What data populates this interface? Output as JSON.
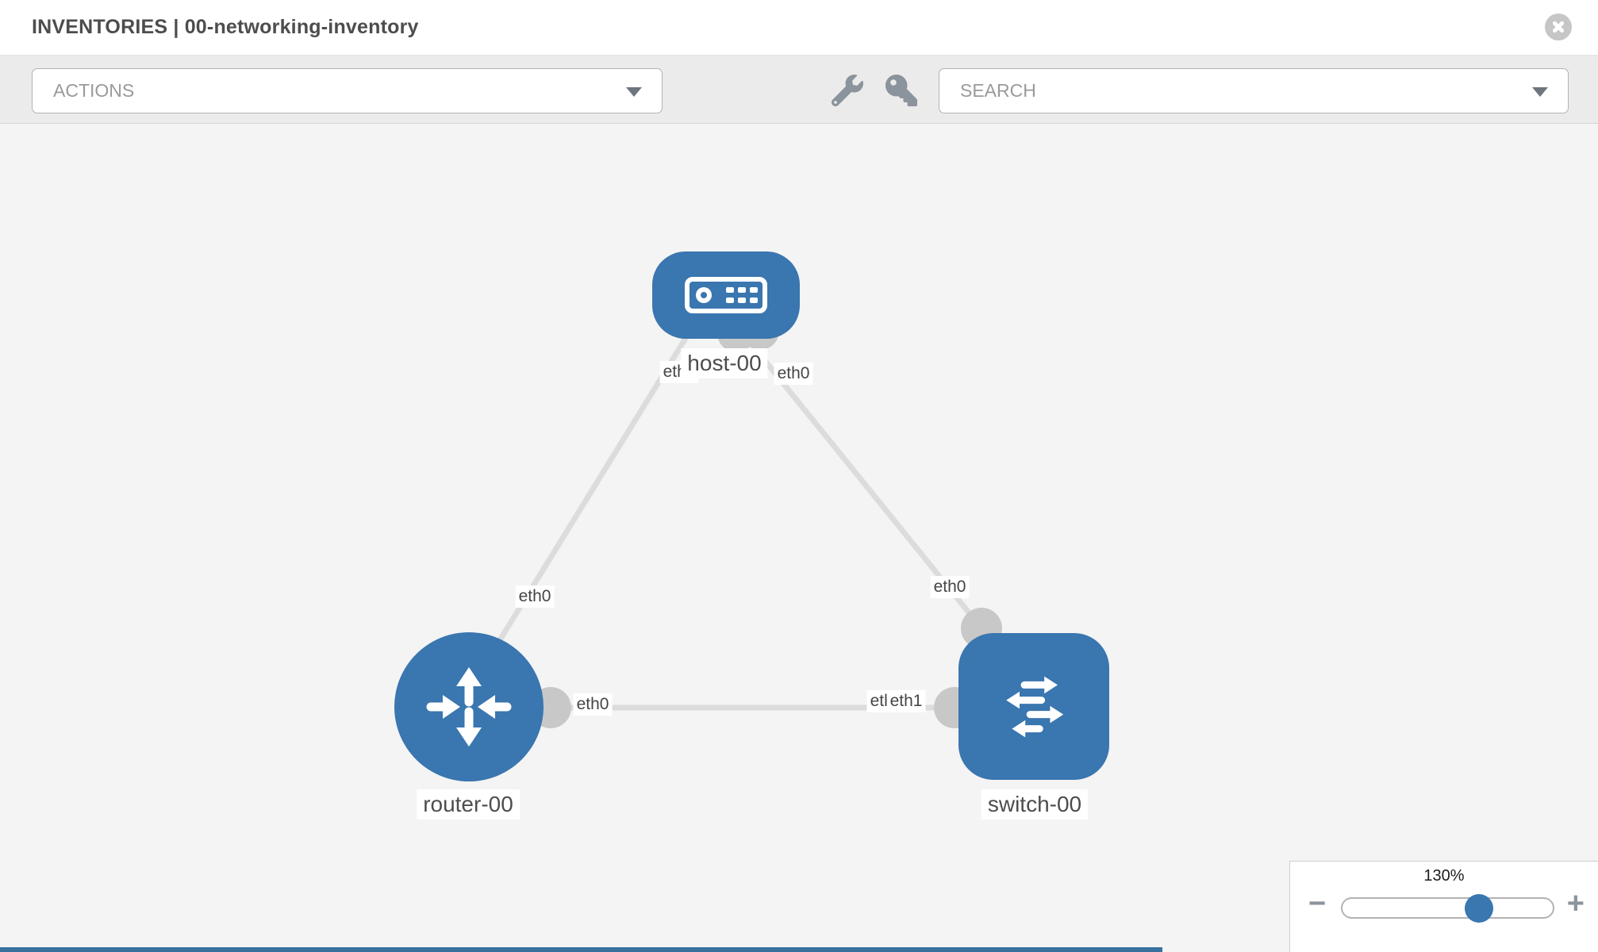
{
  "header": {
    "title": "INVENTORIES | 00-networking-inventory"
  },
  "toolbar": {
    "actions_label": "ACTIONS",
    "search_label": "SEARCH",
    "icons": [
      "wrench-icon",
      "key-icon"
    ]
  },
  "diagram": {
    "nodes": [
      {
        "id": "host-00",
        "type": "host",
        "label": "host-00",
        "icon": "host-icon"
      },
      {
        "id": "router-00",
        "type": "router",
        "label": "router-00",
        "icon": "router-icon"
      },
      {
        "id": "switch-00",
        "type": "switch",
        "label": "switch-00",
        "icon": "switch-icon"
      }
    ],
    "links": [
      {
        "source": "host-00",
        "target": "router-00",
        "source_interface": "eth0",
        "target_interface": "eth0"
      },
      {
        "source": "host-00",
        "target": "switch-00",
        "source_interface": "eth0",
        "target_interface": "eth0"
      },
      {
        "source": "router-00",
        "target": "switch-00",
        "source_interface": "eth0",
        "target_interface": "eth1",
        "target_interface_ghost": "eth1"
      }
    ]
  },
  "zoom_control": {
    "value": "130%",
    "minus_label": "−",
    "plus_label": "+",
    "percent": 65
  },
  "colors": {
    "node_fill": "#3a76af",
    "link_stroke": "#dcdcdc",
    "connector_fill": "#c8c8c8",
    "canvas_bg": "#f4f4f4",
    "toolbar_bg": "#ebebeb",
    "close_button": "#c6c6c6",
    "bottom_strip": "#39719f"
  }
}
